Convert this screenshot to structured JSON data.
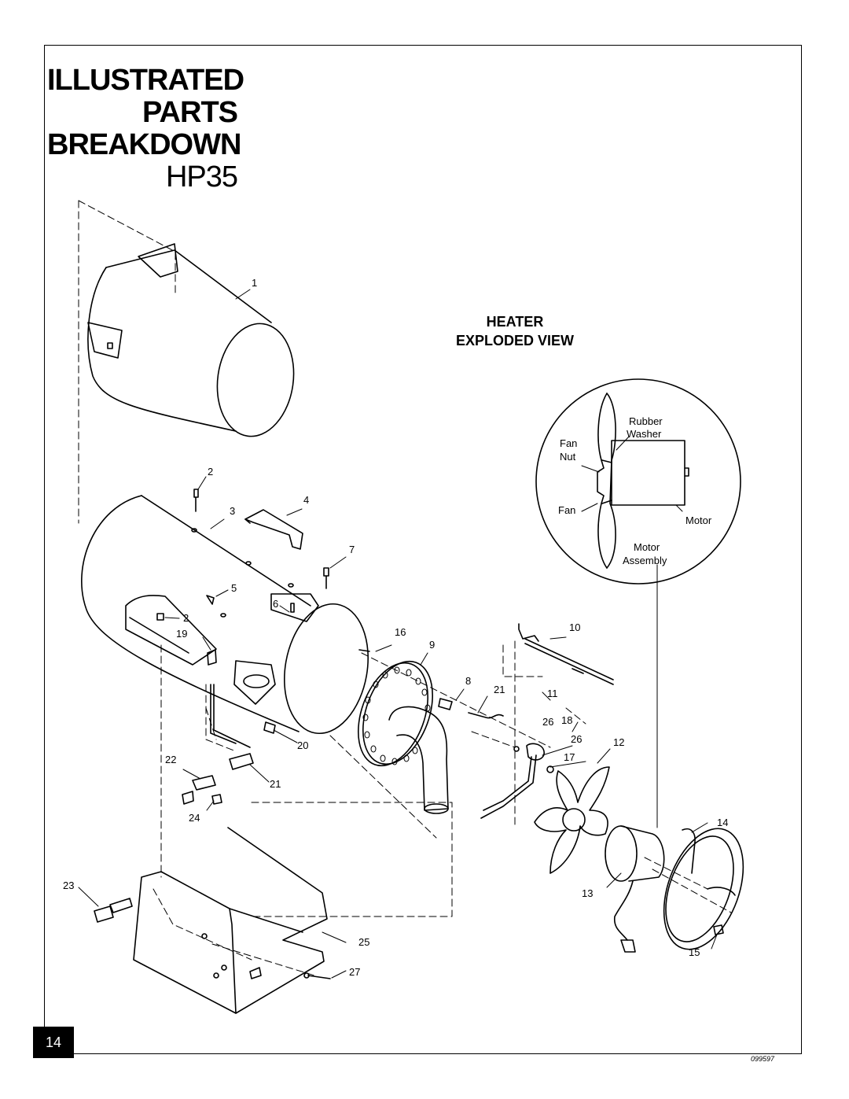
{
  "title": {
    "line1": "ILLUSTRATED",
    "line2": "PARTS",
    "line3": "BREAKDOWN",
    "model": "HP35"
  },
  "view_heading": {
    "line1": "HEATER",
    "line2": "EXPLODED VIEW"
  },
  "inset": {
    "rubber_washer": [
      "Rubber",
      "Washer"
    ],
    "fan_nut": [
      "Fan",
      "Nut"
    ],
    "fan": "Fan",
    "motor": "Motor",
    "motor_assembly": [
      "Motor",
      "Assembly"
    ]
  },
  "callouts": {
    "p1": "1",
    "p2a": "2",
    "p2b": "2",
    "p3": "3",
    "p4": "4",
    "p5": "5",
    "p6": "6",
    "p7": "7",
    "p8": "8",
    "p9": "9",
    "p10": "10",
    "p11": "11",
    "p12": "12",
    "p13": "13",
    "p14": "14",
    "p15": "15",
    "p16": "16",
    "p17": "17",
    "p18": "18",
    "p19": "19",
    "p20": "20",
    "p21a": "21",
    "p21b": "21",
    "p22": "22",
    "p23": "23",
    "p24": "24",
    "p25": "25",
    "p26a": "26",
    "p26b": "26",
    "p27": "27"
  },
  "page_number": "14",
  "document_code": "099597"
}
